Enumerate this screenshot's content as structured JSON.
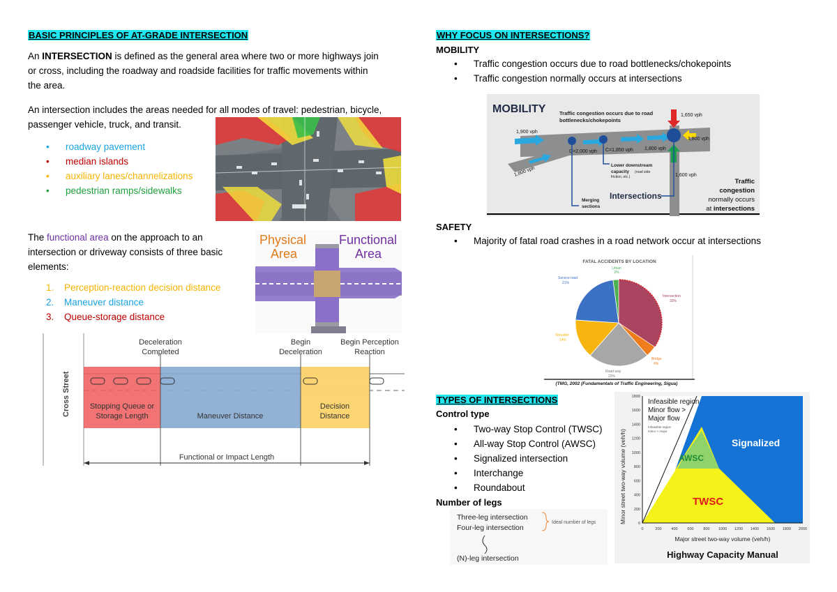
{
  "left": {
    "title": "BASIC PRINCIPLES OF AT-GRADE INTERSECTION",
    "def_bold": "INTERSECTION",
    "def_pre": "An ",
    "def_line1_rest": " is defined as the general area where two or more highways join",
    "def_line2": "or cross, including the roadway and roadside facilities for traffic movements within",
    "def_line3": "the area.",
    "modes_line1": "An intersection includes the areas needed for all modes of travel: pedestrian, bicycle,",
    "modes_line2": "passenger vehicle, truck, and transit.",
    "elements": [
      {
        "label": "roadway pavement",
        "color": "#1aa3df"
      },
      {
        "label": "median islands",
        "color": "#c00000"
      },
      {
        "label": "auxiliary lanes/channelizations",
        "color": "#f5b400"
      },
      {
        "label": "pedestrian ramps/sidewalks",
        "color": "#1f9e3c"
      }
    ],
    "func_line1_pre": "The ",
    "func_term": "functional area",
    "func_line1_post": " on the approach to an",
    "func_line2": "intersection or driveway consists of three basic",
    "func_line3": "elements:",
    "func_elements": [
      {
        "num": "1.",
        "label": "Perception-reaction decision distance",
        "color": "#f5b400"
      },
      {
        "num": "2.",
        "label": "Maneuver distance",
        "color": "#1aa3df"
      },
      {
        "num": "3.",
        "label": "Queue-storage distance",
        "color": "#c00000"
      }
    ],
    "phys_func": {
      "physical": "Physical",
      "physical2": "Area",
      "functional": "Functional",
      "functional2": "Area"
    },
    "diagram": {
      "cross_street": "Cross Street",
      "decel_done_1": "Deceleration",
      "decel_done_2": "Completed",
      "begin_decel_1": "Begin",
      "begin_decel_2": "Deceleration",
      "begin_perc_1": "Begin Perception",
      "begin_perc_2": "Reaction",
      "queue_1": "Stopping Queue or",
      "queue_2": "Storage Length",
      "maneuver": "Maneuver Distance",
      "decision_1": "Decision",
      "decision_2": "Distance",
      "impact": "Functional or Impact Length"
    }
  },
  "right": {
    "why_title": "WHY FOCUS ON INTERSECTIONS?",
    "mobility_head": "MOBILITY",
    "mobility_bullets": [
      "Traffic congestion occurs due to road bottlenecks/chokepoints",
      "Traffic congestion normally occurs at intersections"
    ],
    "mob_fig": {
      "title": "MOBILITY",
      "caption1": "Traffic congestion occurs due to road",
      "caption2": "bottlenecks/chokepoints",
      "v1900": "1,900 vph",
      "v1800a": "1,800 vph",
      "c2000": "C=2,000 vph",
      "c1850": "C=1,850 vph",
      "v1800b": "1,800 vph",
      "v1650": "1,650 vph",
      "v1800c": "1,800 vph",
      "v1600": "1,600 vph",
      "lower1": "Lower downstream",
      "lower2": "capacity",
      "lower3": "(road side",
      "lower4": "friction, etc.)",
      "merging1": "Merging",
      "merging2": "sections",
      "intersections": "Intersections",
      "tc1": "Traffic",
      "tc2": "congestion",
      "tc3": "normally occurs",
      "tc4": "at ",
      "tc5": "intersections"
    },
    "safety_head": "SAFETY",
    "safety_bullet": "Majority of fatal road crashes in a road network occur at intersections",
    "pie": {
      "title": "FATAL ACCIDENTS BY LOCATION",
      "source": "(TMG, 2002 (Fundamentals of Traffic Engineering, Sigua)",
      "labels": [
        {
          "name": "Urban",
          "pct": "2%"
        },
        {
          "name": "Intersection",
          "pct": "33%"
        },
        {
          "name": "Bridge",
          "pct": "4%"
        },
        {
          "name": "Road way",
          "pct": "22%"
        },
        {
          "name": "Shoulder",
          "pct": "14%"
        },
        {
          "name": "Service road",
          "pct": "21%"
        }
      ]
    },
    "chart_data": {
      "type": "pie",
      "title": "FATAL ACCIDENTS BY LOCATION",
      "categories": [
        "Intersection",
        "Bridge",
        "Road way",
        "Shoulder",
        "Service road",
        "Urban"
      ],
      "values": [
        33,
        4,
        22,
        14,
        21,
        2
      ],
      "colors": [
        "#a94560",
        "#ef7d1e",
        "#a7a7a7",
        "#f7b60f",
        "#3b72c4",
        "#4caf50"
      ]
    },
    "types_title": "TYPES OF INTERSECTIONS",
    "control_head": "Control type",
    "control_items": [
      "Two-way Stop Control (TWSC)",
      "All-way Stop Control (AWSC)",
      "Signalized intersection",
      "Interchange",
      "Roundabout"
    ],
    "legs_head": "Number of legs",
    "legs": {
      "three": "Three-leg intersection",
      "four": "Four-leg intersection",
      "ideal": "Ideal number of legs",
      "n": "(N)-leg intersection"
    },
    "hcm": {
      "ylabel": "Minor street two-way volume (veh/h)",
      "xlabel": "Major street two-way volume (veh/h)",
      "infeasible1": "Infeasible region",
      "infeasible2": "Minor flow >",
      "infeasible3": "Major flow",
      "infeasible_small": "Infeasible region",
      "infeasible_small2": "minor > major",
      "signalized": "Signalized",
      "awsc": "AWSC",
      "twsc": "TWSC",
      "caption": "Highway Capacity Manual",
      "xticks": [
        "0",
        "200",
        "400",
        "600",
        "800",
        "1000",
        "1200",
        "1400",
        "1600",
        "1800",
        "2000"
      ],
      "yticks": [
        "0",
        "200",
        "400",
        "600",
        "800",
        "1000",
        "1200",
        "1400",
        "1600",
        "1800"
      ]
    }
  }
}
